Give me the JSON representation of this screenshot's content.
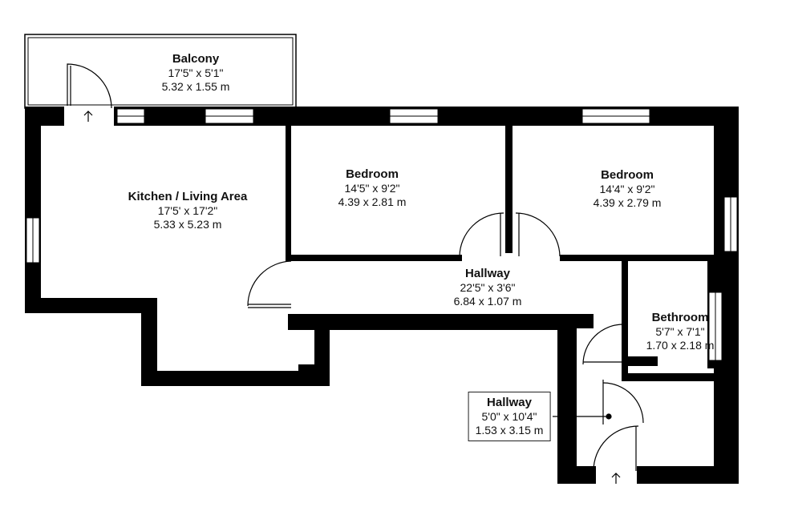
{
  "rooms": [
    {
      "id": "balcony",
      "name": "Balcony",
      "imperial": "17'5\" x 5'1\"",
      "metric": "5.32 x 1.55 m"
    },
    {
      "id": "kitchen",
      "name": "Kitchen / Living Area",
      "imperial": "17'5' x 17'2\"",
      "metric": "5.33 x 5.23 m"
    },
    {
      "id": "bedroom1",
      "name": "Bedroom",
      "imperial": "14'5\" x 9'2\"",
      "metric": "4.39 x 2.81 m"
    },
    {
      "id": "bedroom2",
      "name": "Bedroom",
      "imperial": "14'4\" x 9'2\"",
      "metric": "4.39 x 2.79 m"
    },
    {
      "id": "hallway_main",
      "name": "Hallway",
      "imperial": "22'5\" x 3'6\"",
      "metric": "6.84 x 1.07 m"
    },
    {
      "id": "bathroom",
      "name": "Bethroom",
      "imperial": "5'7\" x 7'1\"",
      "metric": "1.70 x 2.18 m"
    },
    {
      "id": "hallway_entry",
      "name": "Hallway",
      "imperial": "5'0\" x 10'4\"",
      "metric": "1.53 x 3.15 m"
    }
  ],
  "colors": {
    "wall": "#000000",
    "background": "#ffffff",
    "window": "#ffffff",
    "text": "#111111"
  },
  "icons": [
    "entry-arrow-icon",
    "door-swing-icon",
    "window-icon"
  ]
}
